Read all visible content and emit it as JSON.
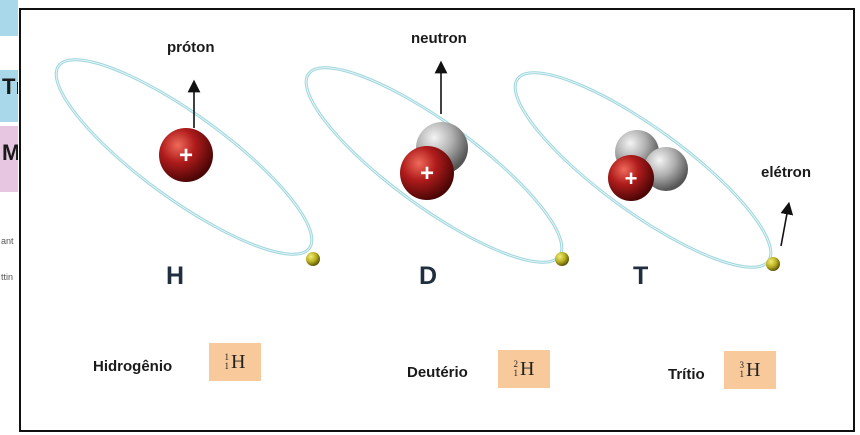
{
  "labels": {
    "proton": "próton",
    "neutron": "neutron",
    "electron": "elétron"
  },
  "nucleus_sign": "+",
  "isotopes": [
    {
      "symbol": "H",
      "name": "Hidrogênio",
      "mass_number": "1",
      "atomic_number": "1",
      "element": "H"
    },
    {
      "symbol": "D",
      "name": "Deutério",
      "mass_number": "2",
      "atomic_number": "1",
      "element": "H"
    },
    {
      "symbol": "T",
      "name": "Trítio",
      "mass_number": "3",
      "atomic_number": "1",
      "element": "H"
    }
  ],
  "background_page": {
    "chip1_big": "Tm",
    "chip2_big": "Mo",
    "side_text_1": "ant",
    "side_text_2": "ttin"
  },
  "colors": {
    "orbit": "#bfe6ea",
    "proton": "#b01c1c",
    "neutron": "#b0b0b0",
    "electron": "#b9b020",
    "notation_box": "#f8c99b",
    "chip_blue": "#a9d8ea",
    "chip_pink": "#e6c6e0"
  }
}
